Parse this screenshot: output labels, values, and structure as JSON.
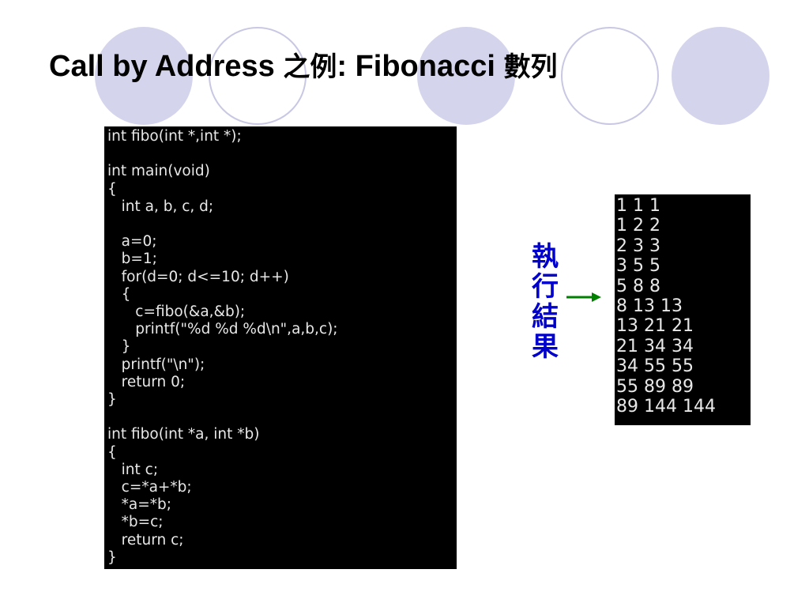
{
  "title": {
    "prefix": "Call by Address ",
    "cjk_part": "之例",
    "suffix": ": Fibonacci ",
    "cjk_end": "數列"
  },
  "code": "int fibo(int *,int *);\n\nint main(void)\n{\n   int a, b, c, d;\n\n   a=0;\n   b=1;\n   for(d=0; d<=10; d++)\n   {\n      c=fibo(&a,&b);\n      printf(\"%d %d %d\\n\",a,b,c);\n   }\n   printf(\"\\n\");\n   return 0;\n}\n\nint fibo(int *a, int *b)\n{\n   int c;\n   c=*a+*b;\n   *a=*b;\n   *b=c;\n   return c;\n}",
  "result_label": [
    "執",
    "行",
    "結",
    "果"
  ],
  "output": "1 1 1\n1 2 2\n2 3 3\n3 5 5\n5 8 8\n8 13 13\n13 21 21\n21 34 34\n34 55 55\n55 89 89\n89 144 144",
  "colors": {
    "label": "#0000cc",
    "arrow": "#008000",
    "circle_fill": "#d4d4ec",
    "circle_outline": "#c8c8e4",
    "panel_bg": "#000000",
    "panel_text": "#e8e8e8"
  }
}
